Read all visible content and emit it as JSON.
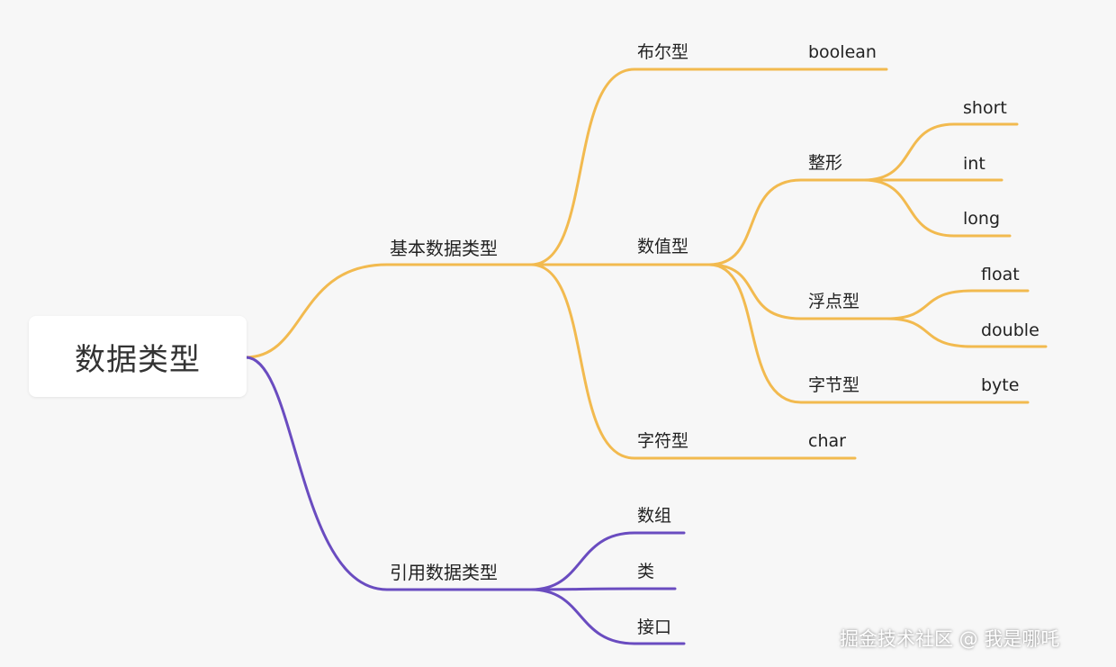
{
  "colors": {
    "primitive_branch": "#f2ba4f",
    "reference_branch": "#6a4cc0"
  },
  "root": {
    "label": "数据类型"
  },
  "primitive": {
    "label": "基本数据类型",
    "boolean_group": {
      "label": "布尔型",
      "child": "boolean"
    },
    "numeric_group": {
      "label": "数值型",
      "integer_group": {
        "label": "整形",
        "children": [
          "short",
          "int",
          "long"
        ]
      },
      "float_group": {
        "label": "浮点型",
        "children": [
          "float",
          "double"
        ]
      },
      "byte_group": {
        "label": "字节型",
        "child": "byte"
      }
    },
    "char_group": {
      "label": "字符型",
      "child": "char"
    }
  },
  "reference": {
    "label": "引用数据类型",
    "children": [
      "数组",
      "类",
      "接口"
    ]
  },
  "watermark": "掘金技术社区 @ 我是哪吒"
}
